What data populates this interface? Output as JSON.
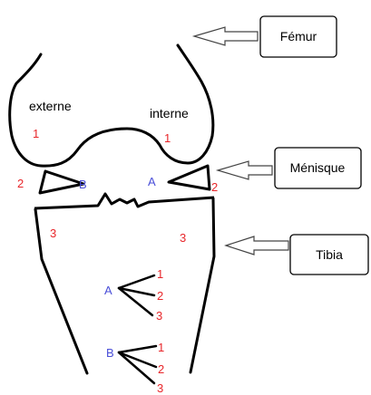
{
  "labels": {
    "femur": "Fémur",
    "menisque": "Ménisque",
    "tibia": "Tibia",
    "externe": "externe",
    "interne": "interne"
  },
  "markers": {
    "femur_ext": "1",
    "femur_int": "1",
    "menisque_ext_num": "2",
    "menisque_ext_letter": "B",
    "menisque_int_letter": "A",
    "menisque_int_num": "2",
    "tibia_ext": "3",
    "tibia_int": "3"
  },
  "legend": {
    "group_a": {
      "letter": "A",
      "items": [
        "1",
        "2",
        "3"
      ]
    },
    "group_b": {
      "letter": "B",
      "items": [
        "1",
        "2",
        "3"
      ]
    }
  },
  "colors": {
    "number": "#e8262a",
    "letter": "#4a4fd8",
    "line": "#000000"
  }
}
